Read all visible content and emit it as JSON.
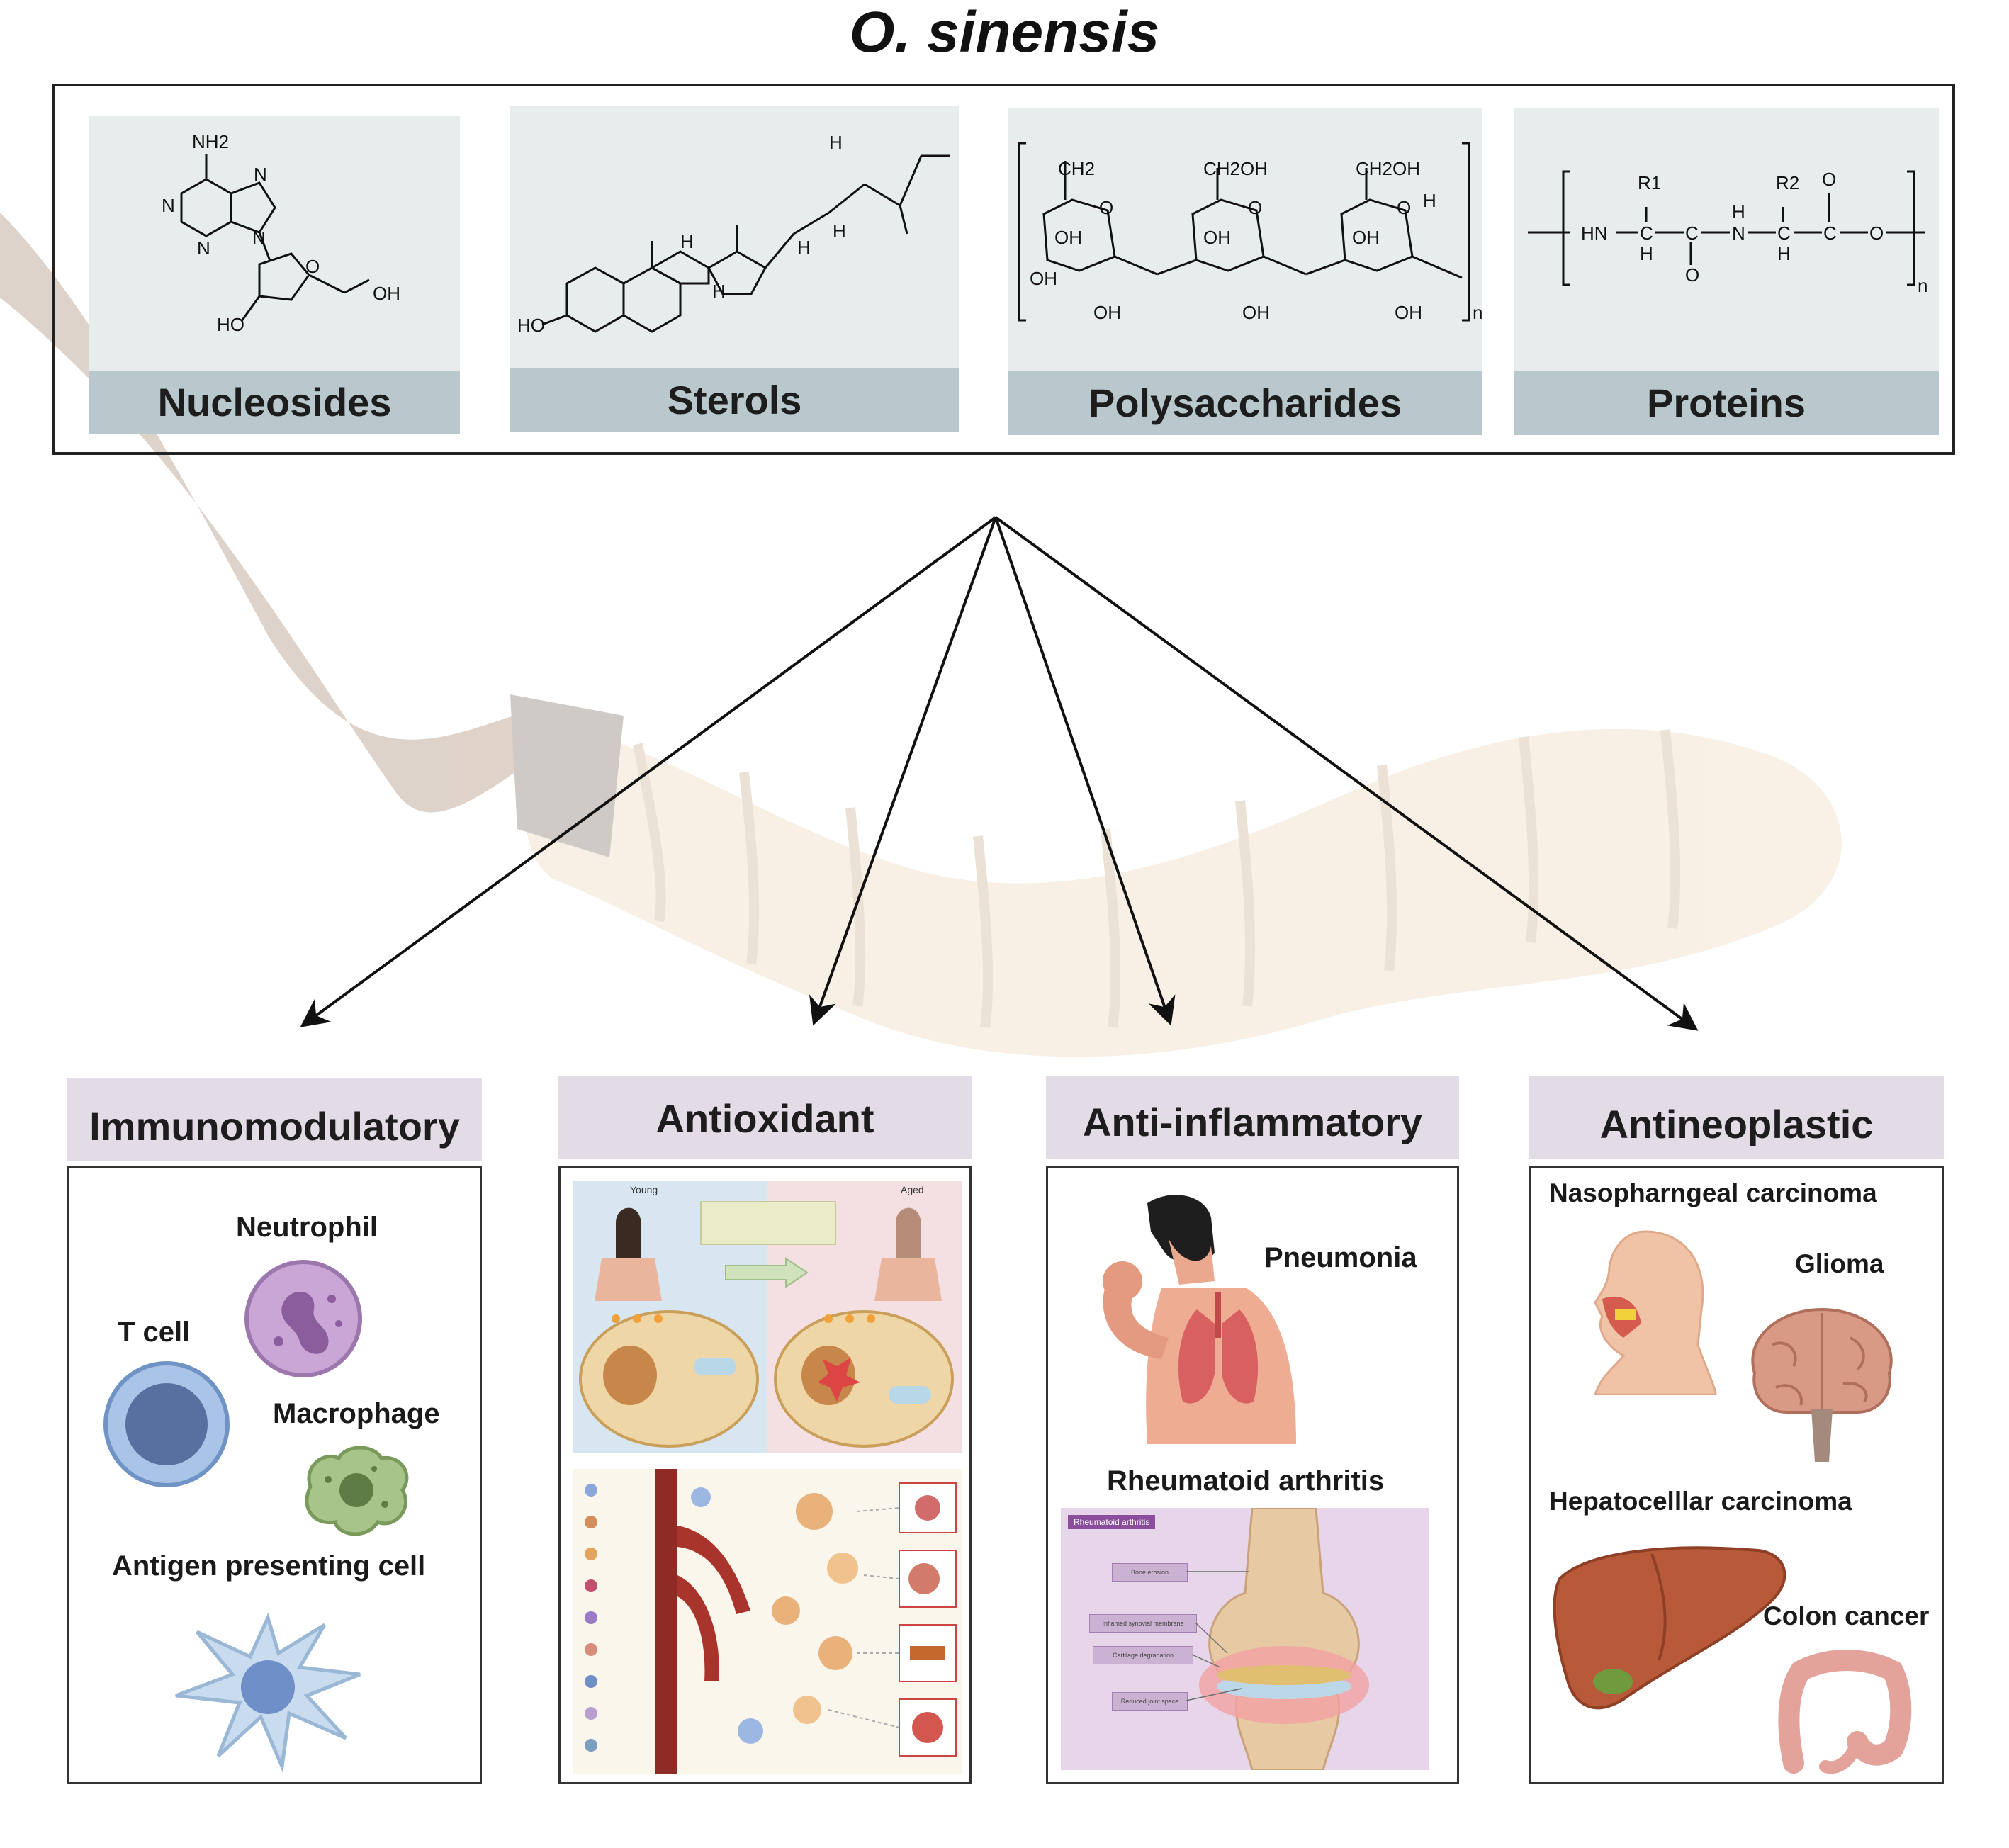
{
  "title": "O. sinensis",
  "compounds": [
    {
      "label": "Nucleosides"
    },
    {
      "label": "Sterols"
    },
    {
      "label": "Polysaccharides"
    },
    {
      "label": "Proteins"
    }
  ],
  "chem_text": {
    "nucleoside": [
      "NH2",
      "N",
      "N",
      "N",
      "N",
      "HO",
      "O",
      "OH"
    ],
    "sterol": [
      "H",
      "H",
      "H",
      "H",
      "H",
      "HO"
    ],
    "polysaccharide": [
      "CH2",
      "CH2OH",
      "CH2OH",
      "O",
      "O",
      "O",
      "OH",
      "OH",
      "OH",
      "OH",
      "OH",
      "OH",
      "OH",
      "H",
      "n"
    ],
    "protein": [
      "R1",
      "R2",
      "O",
      "HN",
      "C",
      "C",
      "N",
      "C",
      "C",
      "O",
      "H",
      "H",
      "H",
      "O",
      "n"
    ]
  },
  "effects": [
    {
      "label": "Immunomodulatory"
    },
    {
      "label": "Antioxidant"
    },
    {
      "label": "Anti-inflammatory"
    },
    {
      "label": "Antineoplastic"
    }
  ],
  "immuno": {
    "neutrophil": "Neutrophil",
    "tcell": "T cell",
    "macrophage": "Macrophage",
    "apc": "Antigen presenting cell"
  },
  "antioxidant": {
    "young": "Young",
    "aged": "Aged"
  },
  "antiinflam": {
    "pneumonia": "Pneumonia",
    "ra": "Rheumatoid arthritis",
    "ra_tag": "Rheumatoid arthritis",
    "ra_notes": [
      "Bone erosion",
      "Inflamed synovial membrane",
      "Cartilage degradation",
      "Reduced joint space"
    ]
  },
  "antineo": {
    "npc": "Nasopharngeal carcinoma",
    "glioma": "Glioma",
    "hcc": "Hepatocelllar carcinoma",
    "colon": "Colon cancer"
  },
  "colors": {
    "compound_bg": "#e7ecec",
    "compound_label_bg": "#b8c8cc",
    "effect_header_bg": "#e3dce6",
    "background_fungus": "#d9b99a"
  }
}
